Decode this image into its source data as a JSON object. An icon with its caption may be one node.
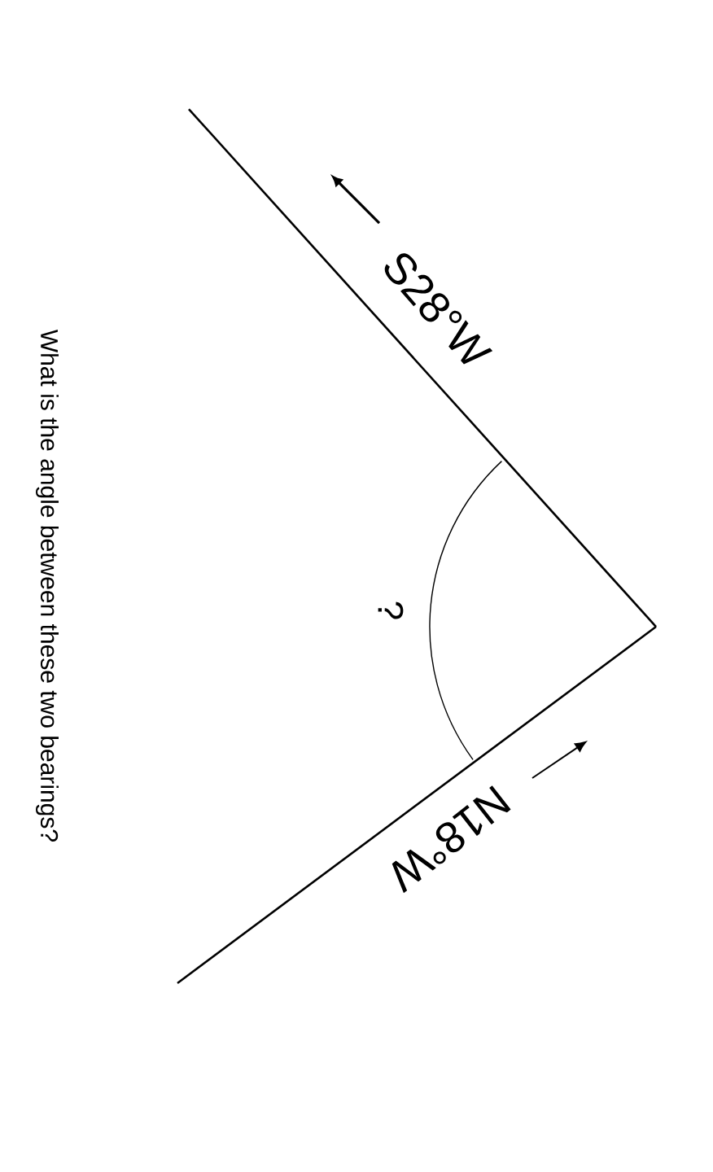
{
  "diagram": {
    "caption": "What is the angle  between these two bearings?",
    "labels": [
      "S28°W",
      "?",
      "N18°W"
    ]
  }
}
